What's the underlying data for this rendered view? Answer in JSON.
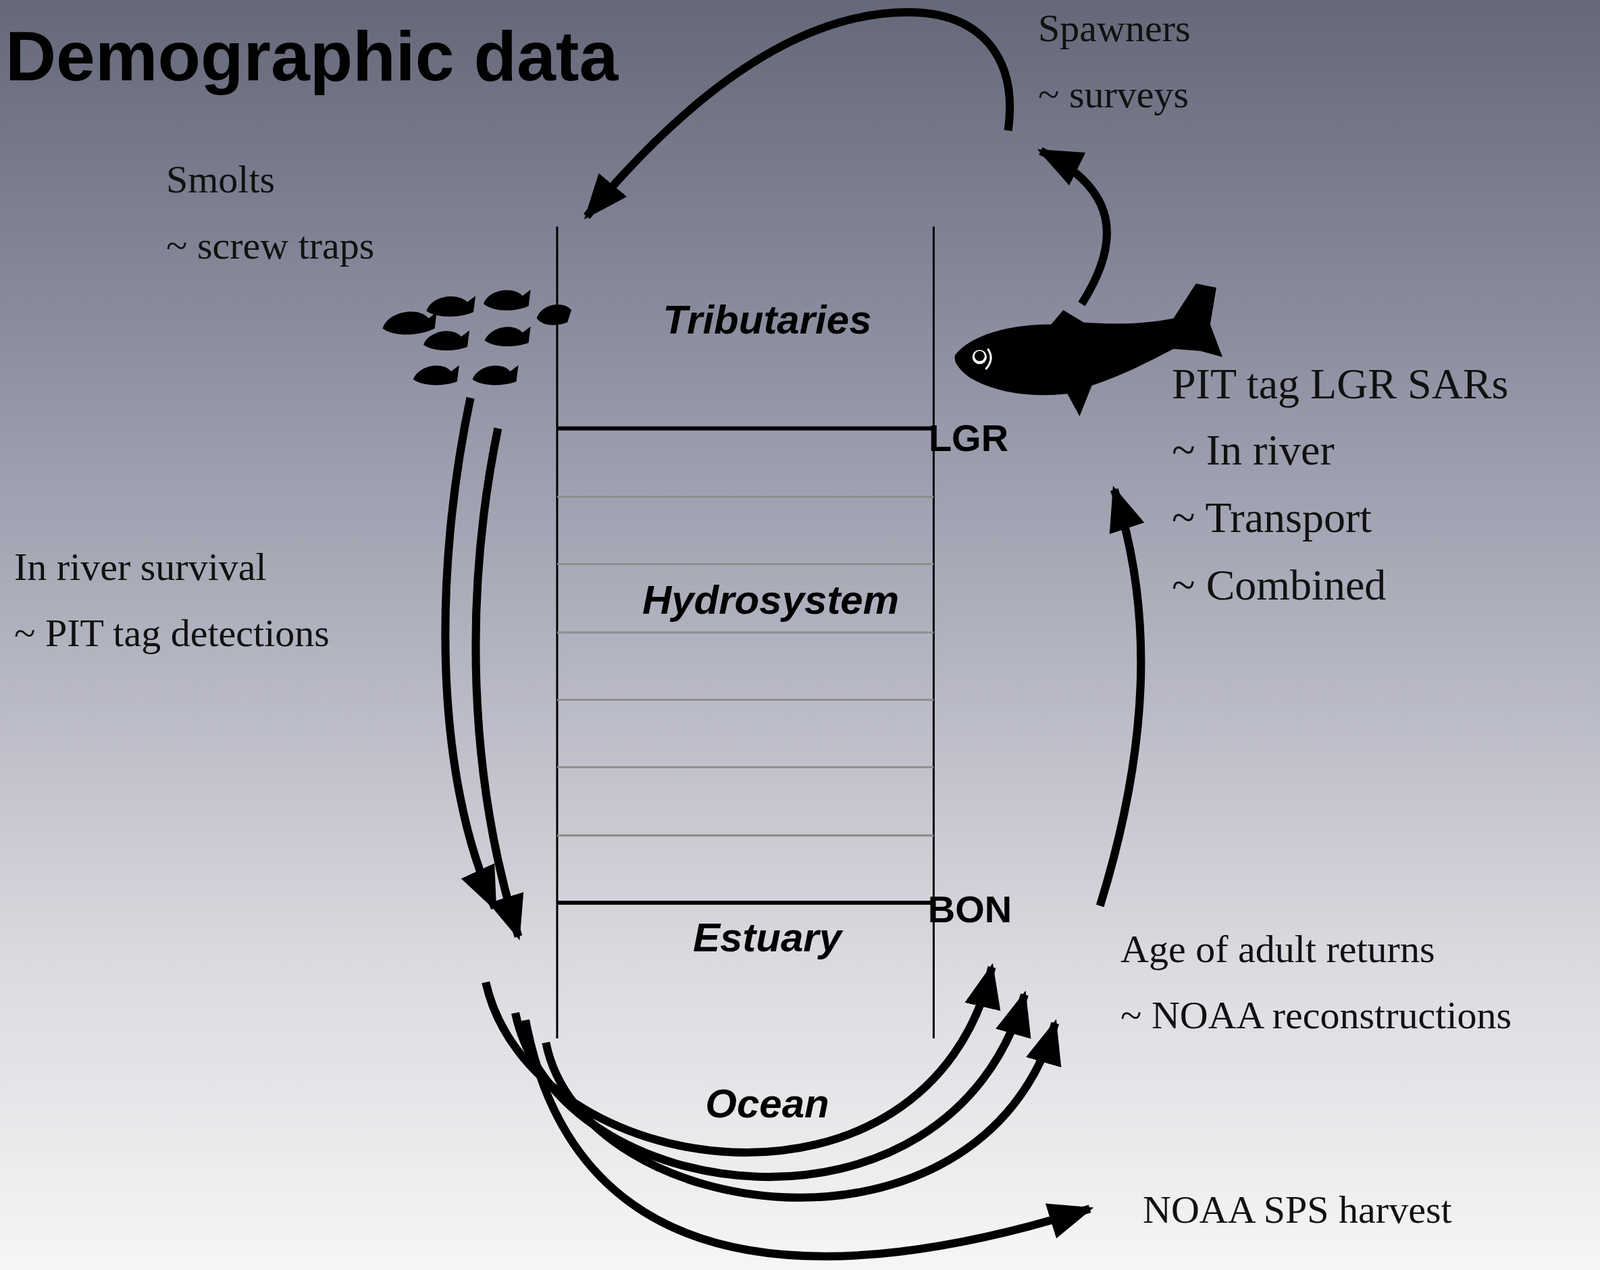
{
  "diagram": {
    "title": "Demographic data",
    "labels": [
      "Spawners",
      "~ surveys",
      "Smolts",
      "~ screw traps",
      "Tributaries",
      "LGR",
      "PIT tag LGR SARs",
      "~ In river",
      "~ Transport",
      "~ Combined",
      "In river survival",
      "~ PIT tag detections",
      "Hydrosystem",
      "BON",
      "Estuary",
      "Age of adult returns",
      "~ NOAA reconstructions",
      "Ocean",
      "NOAA SPS harvest"
    ]
  }
}
